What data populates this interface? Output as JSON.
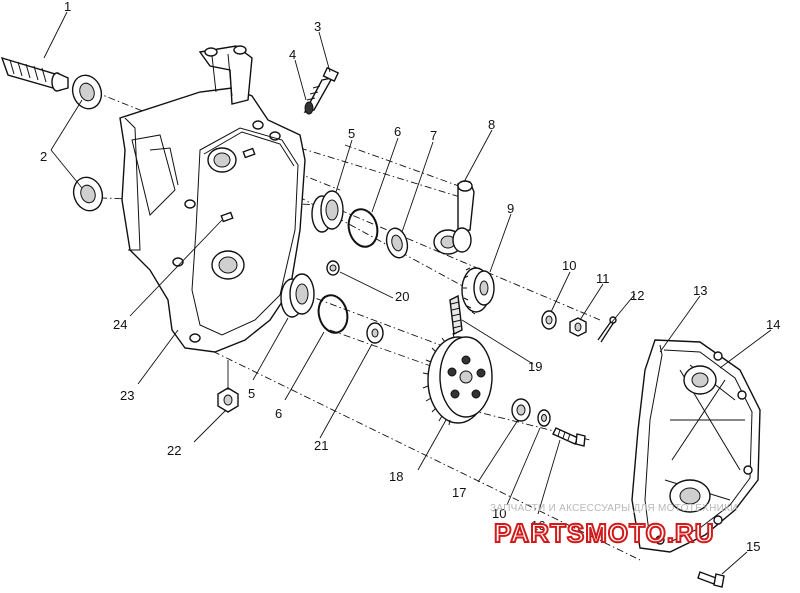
{
  "diagram": {
    "callouts": [
      {
        "id": "c1",
        "text": "1"
      },
      {
        "id": "c2",
        "text": "2"
      },
      {
        "id": "c3",
        "text": "3"
      },
      {
        "id": "c4",
        "text": "4"
      },
      {
        "id": "c5a",
        "text": "5"
      },
      {
        "id": "c6a",
        "text": "6"
      },
      {
        "id": "c7",
        "text": "7"
      },
      {
        "id": "c8",
        "text": "8"
      },
      {
        "id": "c9",
        "text": "9"
      },
      {
        "id": "c10a",
        "text": "10"
      },
      {
        "id": "c11",
        "text": "11"
      },
      {
        "id": "c12",
        "text": "12"
      },
      {
        "id": "c13",
        "text": "13"
      },
      {
        "id": "c14",
        "text": "14"
      },
      {
        "id": "c15",
        "text": "15"
      },
      {
        "id": "c16",
        "text": "16"
      },
      {
        "id": "c17",
        "text": "17"
      },
      {
        "id": "c18",
        "text": "18"
      },
      {
        "id": "c19",
        "text": "19"
      },
      {
        "id": "c20",
        "text": "20"
      },
      {
        "id": "c21",
        "text": "21"
      },
      {
        "id": "c22",
        "text": "22"
      },
      {
        "id": "c23",
        "text": "23"
      },
      {
        "id": "c24",
        "text": "24"
      },
      {
        "id": "c5b",
        "text": "5"
      },
      {
        "id": "c6b",
        "text": "6"
      },
      {
        "id": "c10b",
        "text": "10"
      }
    ]
  },
  "watermark": {
    "caption": "ЗАПЧАСТИ И АКСЕССУАРЫ ДЛЯ МОТОТЕХНИКИ",
    "logo": "PARTSMOTO.RU"
  }
}
